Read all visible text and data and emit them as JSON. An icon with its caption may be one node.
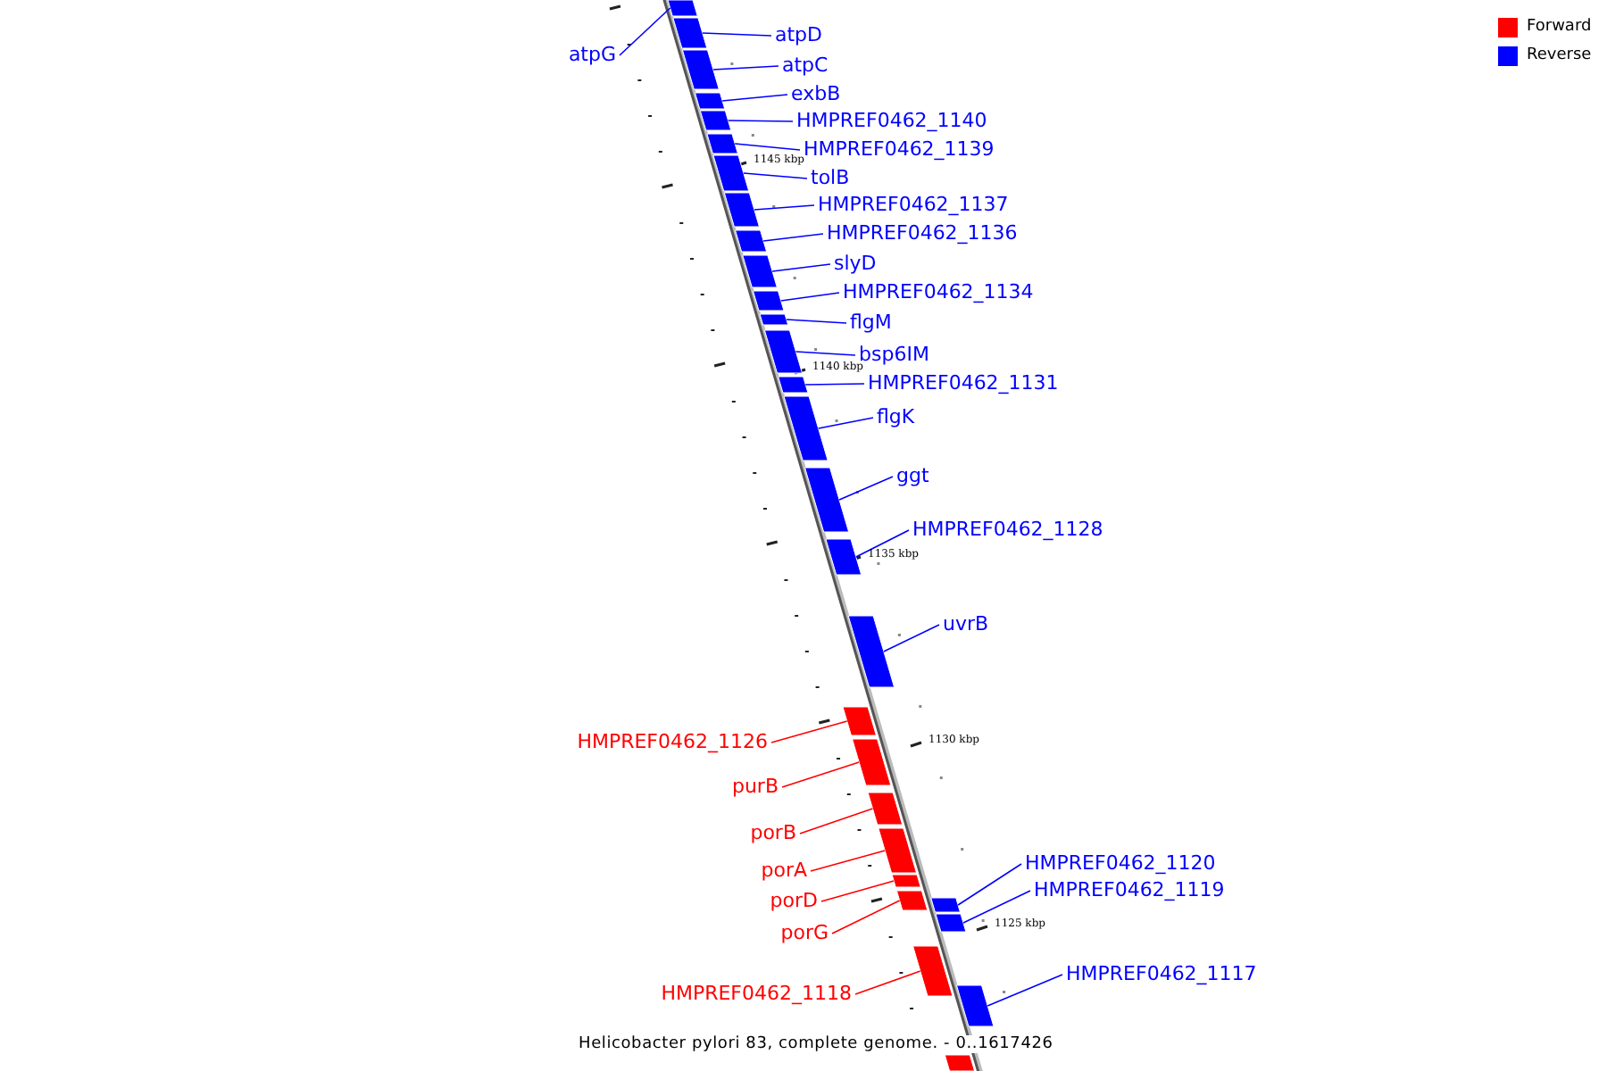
{
  "diagram": {
    "caption": "Helicobacter pylori 83, complete genome. - 0..1617426",
    "nodes": [
      {
        "text": [
          "atpG"
        ]
      },
      {
        "text": [],
        "shape": "bar"
      },
      {
        "text": [
          "atpD"
        ]
      },
      {
        "text": [],
        "shape": "bar"
      },
      {
        "text": [
          "atpC"
        ]
      },
      {
        "text": [],
        "shape": "bar"
      },
      {
        "text": [
          "exbB"
        ]
      },
      {
        "text": [],
        "shape": "bar"
      },
      {
        "text": [
          "HMPREF0462_1140"
        ]
      },
      {
        "text": [],
        "shape": "bar"
      },
      {
        "text": [
          "HMPREF0462_1139"
        ]
      },
      {
        "text": [],
        "shape": "bar"
      },
      {
        "text": [
          "tolB"
        ]
      },
      {
        "text": [],
        "shape": "bar"
      },
      {
        "text": [
          "HMPREF0462_1137"
        ]
      },
      {
        "text": [],
        "shape": "bar"
      },
      {
        "text": [
          "HMPREF0462_1136"
        ]
      },
      {
        "text": [],
        "shape": "bar"
      },
      {
        "text": [
          "slyD"
        ]
      },
      {
        "text": [],
        "shape": "bar"
      },
      {
        "text": [
          "HMPREF0462_1134"
        ]
      },
      {
        "text": [],
        "shape": "bar"
      },
      {
        "text": [
          "flgM"
        ]
      },
      {
        "text": [],
        "shape": "bar"
      },
      {
        "text": [
          "bsp6IM"
        ]
      },
      {
        "text": [],
        "shape": "bar"
      },
      {
        "text": [
          "HMPREF0462_1131"
        ]
      },
      {
        "text": [],
        "shape": "bar"
      },
      {
        "text": [
          "flgK"
        ]
      },
      {
        "text": [],
        "shape": "bar"
      },
      {
        "text": [
          "ggt"
        ]
      },
      {
        "text": [],
        "shape": "bar"
      },
      {
        "text": [
          "HMPREF0462_1128"
        ]
      },
      {
        "text": [],
        "shape": "bar"
      },
      {
        "text": [
          "uvrB"
        ]
      },
      {
        "text": [],
        "shape": "bar"
      },
      {
        "text": [
          "HMPREF0462_1126"
        ]
      },
      {
        "text": [],
        "shape": "bar"
      },
      {
        "text": [
          "purB"
        ]
      },
      {
        "text": [],
        "shape": "bar"
      },
      {
        "text": [
          "porB"
        ]
      },
      {
        "text": [],
        "shape": "bar"
      },
      {
        "text": [
          "porA"
        ]
      },
      {
        "text": [],
        "shape": "bar"
      },
      {
        "text": [
          "porD"
        ]
      },
      {
        "text": [],
        "shape": "bar"
      },
      {
        "text": [
          "porG"
        ]
      },
      {
        "text": [],
        "shape": "bar"
      },
      {
        "text": [
          "HMPREF0462_1120"
        ]
      },
      {
        "text": [],
        "shape": "bar"
      },
      {
        "text": [
          "HMPREF0462_1119"
        ]
      },
      {
        "text": [],
        "shape": "bar"
      },
      {
        "text": [
          "HMPREF0462_1118"
        ]
      },
      {
        "text": [],
        "shape": "bar"
      },
      {
        "text": [
          "HMPREF0462_1117"
        ]
      },
      {
        "text": [],
        "shape": "bar"
      },
      {
        "text": [],
        "shape": "bar"
      }
    ],
    "edges": [
      {
        "from": 0,
        "to": 1,
        "arrow": "none"
      },
      {
        "from": 2,
        "to": 3,
        "arrow": "none"
      },
      {
        "from": 4,
        "to": 5,
        "arrow": "none"
      },
      {
        "from": 6,
        "to": 7,
        "arrow": "none"
      },
      {
        "from": 8,
        "to": 9,
        "arrow": "none"
      },
      {
        "from": 10,
        "to": 11,
        "arrow": "none"
      },
      {
        "from": 12,
        "to": 13,
        "arrow": "none"
      },
      {
        "from": 14,
        "to": 15,
        "arrow": "none"
      },
      {
        "from": 16,
        "to": 17,
        "arrow": "none"
      },
      {
        "from": 18,
        "to": 19,
        "arrow": "none"
      },
      {
        "from": 20,
        "to": 21,
        "arrow": "none"
      },
      {
        "from": 22,
        "to": 23,
        "arrow": "none"
      },
      {
        "from": 24,
        "to": 25,
        "arrow": "none"
      },
      {
        "from": 26,
        "to": 27,
        "arrow": "none"
      },
      {
        "from": 28,
        "to": 29,
        "arrow": "none"
      },
      {
        "from": 30,
        "to": 31,
        "arrow": "none"
      },
      {
        "from": 32,
        "to": 33,
        "arrow": "none"
      },
      {
        "from": 34,
        "to": 35,
        "arrow": "none"
      },
      {
        "from": 36,
        "to": 37,
        "arrow": "none",
        "color": "#ff0000"
      },
      {
        "from": 38,
        "to": 39,
        "arrow": "none",
        "color": "#ff0000"
      },
      {
        "from": 40,
        "to": 41,
        "arrow": "none",
        "color": "#ff0000"
      },
      {
        "from": 42,
        "to": 43,
        "arrow": "none",
        "color": "#ff0000"
      },
      {
        "from": 44,
        "to": 45,
        "arrow": "none",
        "color": "#ff0000"
      },
      {
        "from": 46,
        "to": 47,
        "arrow": "none",
        "color": "#ff0000"
      },
      {
        "from": 48,
        "to": 49,
        "arrow": "none"
      },
      {
        "from": 50,
        "to": 51,
        "arrow": "none"
      },
      {
        "from": 52,
        "to": 53,
        "arrow": "none",
        "color": "#ff0000"
      },
      {
        "from": 54,
        "to": 55,
        "arrow": "none"
      }
    ],
    "labels": [
      "1145 kbp",
      "1140 kbp",
      "1135 kbp",
      "1130 kbp",
      "1125 kbp"
    ],
    "legend": [
      {
        "text": "Forward",
        "color": "#ff0000"
      },
      {
        "text": "Reverse",
        "color": "#0000ff"
      }
    ]
  }
}
